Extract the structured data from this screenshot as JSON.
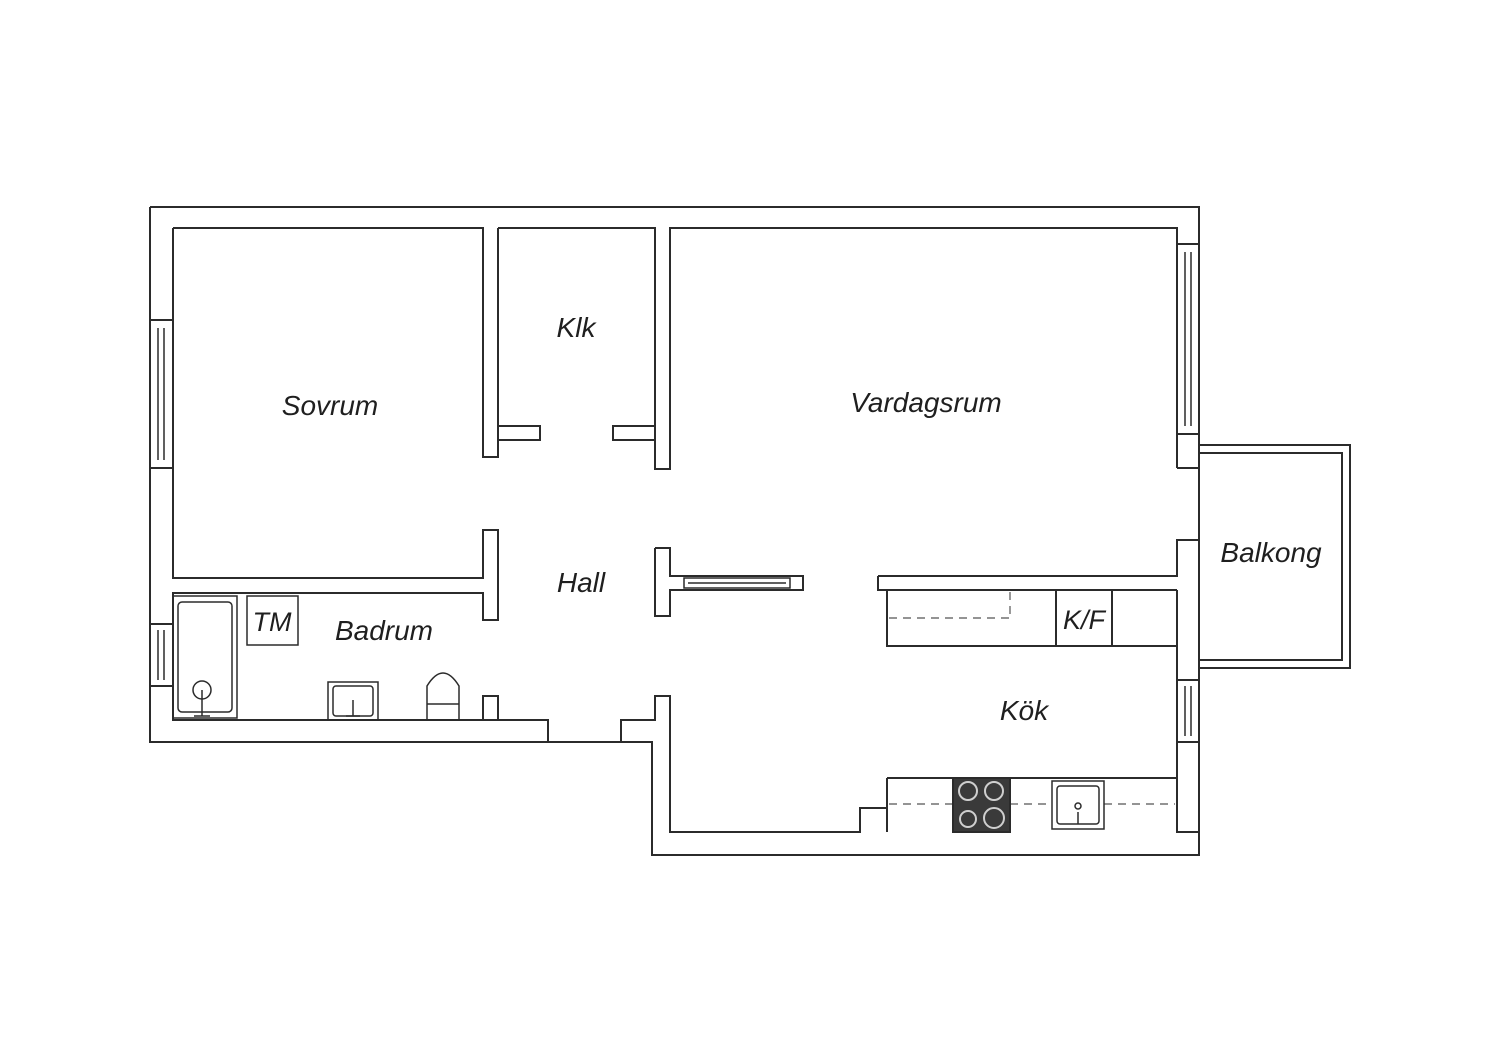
{
  "rooms": {
    "sovrum": "Sovrum",
    "klk": "Klk",
    "vardagsrum": "Vardagsrum",
    "hall": "Hall",
    "badrum": "Badrum",
    "tm": "TM",
    "kf": "K/F",
    "kok": "Kök",
    "balkong": "Balkong"
  },
  "colors": {
    "line": "#2b2b2b",
    "stove": "#3a3a3a",
    "background": "#ffffff"
  }
}
